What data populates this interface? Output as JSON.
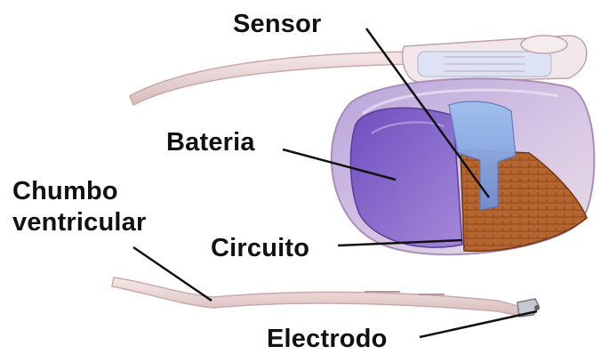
{
  "labels": {
    "sensor": "Sensor",
    "bateria": "Bateria",
    "lead_line1": "Chumbo",
    "lead_line2": "ventricular",
    "circuito": "Circuito",
    "electrodo": "Electrodo"
  },
  "colors": {
    "casing": "#c8b3d6",
    "battery": "#8d6bc4",
    "circuit": "#b0622d",
    "sensor": "#8aa6e0",
    "lead": "#ead6d6",
    "leader_line": "#111111"
  }
}
